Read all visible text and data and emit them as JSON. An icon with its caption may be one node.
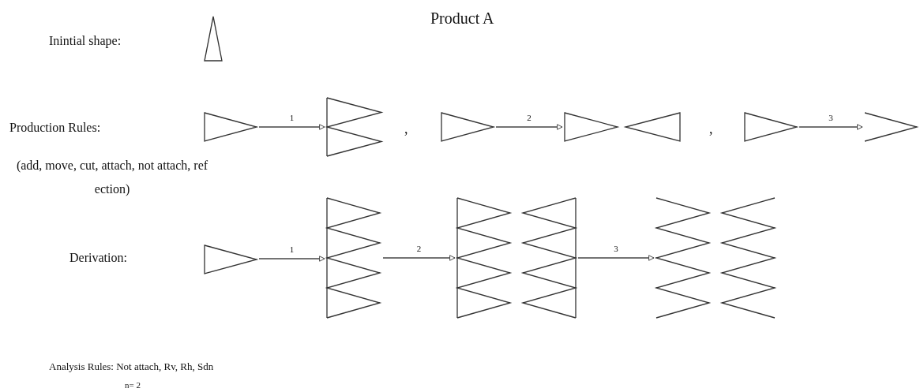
{
  "diagram": {
    "title": "Product A",
    "nodes": [
      {
        "text": [],
        "shape": "picture"
      },
      {
        "text": [],
        "shape": "picture"
      },
      {
        "text": [],
        "shape": "picture"
      },
      {
        "text": [],
        "shape": "picture"
      },
      {
        "text": [],
        "shape": "picture"
      },
      {
        "text": [],
        "shape": "picture"
      },
      {
        "text": [],
        "shape": "picture"
      },
      {
        "text": [],
        "shape": "picture"
      },
      {
        "text": [],
        "shape": "picture"
      },
      {
        "text": [],
        "shape": "picture"
      },
      {
        "text": [],
        "shape": "picture"
      }
    ],
    "edges": [
      {
        "from": 1,
        "to": 2,
        "arrow": "to",
        "label": "1"
      },
      {
        "from": 3,
        "to": 4,
        "arrow": "to",
        "label": "2"
      },
      {
        "from": 5,
        "to": 6,
        "arrow": "to",
        "label": "3"
      },
      {
        "from": 7,
        "to": 8,
        "arrow": "to",
        "label": "1"
      },
      {
        "from": 8,
        "to": 9,
        "arrow": "to",
        "label": "2"
      },
      {
        "from": 9,
        "to": 10,
        "arrow": "to",
        "label": "3"
      }
    ],
    "labels": [
      "Inintial shape:",
      "Production Rules:",
      ",",
      ",",
      "(add, move, cut, attach, not attach, ref ection)",
      "Derivation:",
      "Analysis Rules: Not attach, Rv, Rh, Sdn",
      "n= 2"
    ]
  }
}
